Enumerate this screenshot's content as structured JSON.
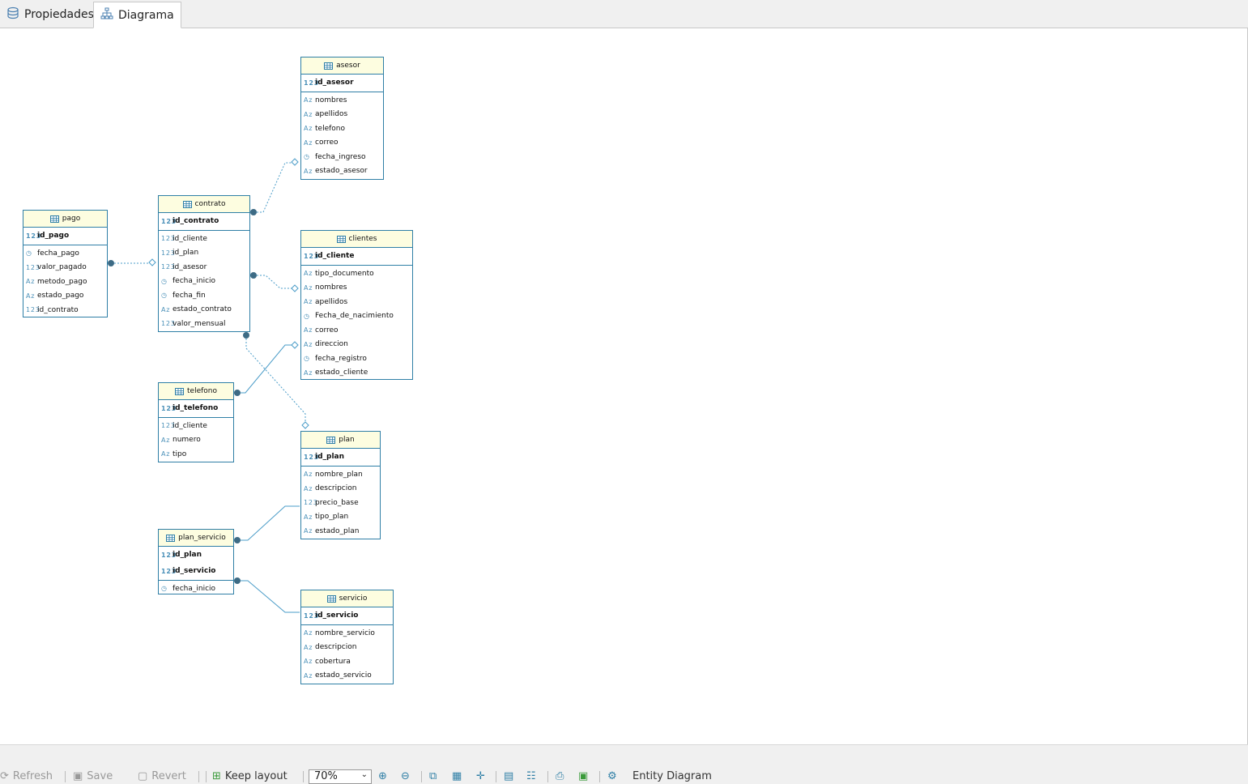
{
  "tabs": [
    {
      "label": "Propiedades",
      "icon": "database-icon"
    },
    {
      "label": "Diagrama",
      "icon": "diagram-icon"
    }
  ],
  "entities": {
    "asesor": {
      "title": "asesor",
      "pk": [
        {
          "name": "id_asesor",
          "type": "123"
        }
      ],
      "attrs": [
        {
          "name": "nombres",
          "type": "text"
        },
        {
          "name": "apellidos",
          "type": "text"
        },
        {
          "name": "telefono",
          "type": "text"
        },
        {
          "name": "correo",
          "type": "text"
        },
        {
          "name": "fecha_ingreso",
          "type": "date"
        },
        {
          "name": "estado_asesor",
          "type": "text"
        }
      ]
    },
    "contrato": {
      "title": "contrato",
      "pk": [
        {
          "name": "id_contrato",
          "type": "123"
        }
      ],
      "attrs": [
        {
          "name": "id_cliente",
          "type": "123"
        },
        {
          "name": "id_plan",
          "type": "123"
        },
        {
          "name": "id_asesor",
          "type": "123"
        },
        {
          "name": "fecha_inicio",
          "type": "date"
        },
        {
          "name": "fecha_fin",
          "type": "date"
        },
        {
          "name": "estado_contrato",
          "type": "text"
        },
        {
          "name": "valor_mensual",
          "type": "123"
        }
      ]
    },
    "pago": {
      "title": "pago",
      "pk": [
        {
          "name": "id_pago",
          "type": "123"
        }
      ],
      "attrs": [
        {
          "name": "fecha_pago",
          "type": "date"
        },
        {
          "name": "valor_pagado",
          "type": "123"
        },
        {
          "name": "metodo_pago",
          "type": "text"
        },
        {
          "name": "estado_pago",
          "type": "text"
        },
        {
          "name": "id_contrato",
          "type": "123"
        }
      ]
    },
    "clientes": {
      "title": "clientes",
      "pk": [
        {
          "name": "id_cliente",
          "type": "123"
        }
      ],
      "attrs": [
        {
          "name": "tipo_documento",
          "type": "text"
        },
        {
          "name": "nombres",
          "type": "text"
        },
        {
          "name": "apellidos",
          "type": "text"
        },
        {
          "name": "Fecha_de_nacimiento",
          "type": "date"
        },
        {
          "name": "correo",
          "type": "text"
        },
        {
          "name": "direccion",
          "type": "text"
        },
        {
          "name": "fecha_registro",
          "type": "date"
        },
        {
          "name": "estado_cliente",
          "type": "text"
        }
      ]
    },
    "telefono": {
      "title": "telefono",
      "pk": [
        {
          "name": "id_telefono",
          "type": "123"
        }
      ],
      "attrs": [
        {
          "name": "id_cliente",
          "type": "123"
        },
        {
          "name": "numero",
          "type": "text"
        },
        {
          "name": "tipo",
          "type": "text"
        }
      ]
    },
    "plan": {
      "title": "plan",
      "pk": [
        {
          "name": "id_plan",
          "type": "123"
        }
      ],
      "attrs": [
        {
          "name": "nombre_plan",
          "type": "text"
        },
        {
          "name": "descripcion",
          "type": "text"
        },
        {
          "name": "precio_base",
          "type": "123"
        },
        {
          "name": "tipo_plan",
          "type": "text"
        },
        {
          "name": "estado_plan",
          "type": "text"
        }
      ]
    },
    "plan_servicio": {
      "title": "plan_servicio",
      "pk": [
        {
          "name": "id_plan",
          "type": "123"
        },
        {
          "name": "id_servicio",
          "type": "123"
        }
      ],
      "attrs": [
        {
          "name": "fecha_inicio",
          "type": "date"
        }
      ]
    },
    "servicio": {
      "title": "servicio",
      "pk": [
        {
          "name": "id_servicio",
          "type": "123"
        }
      ],
      "attrs": [
        {
          "name": "nombre_servicio",
          "type": "text"
        },
        {
          "name": "descripcion",
          "type": "text"
        },
        {
          "name": "cobertura",
          "type": "text"
        },
        {
          "name": "estado_servicio",
          "type": "text"
        }
      ]
    }
  },
  "relations": [
    {
      "from": "contrato",
      "to": "asesor"
    },
    {
      "from": "pago",
      "to": "contrato"
    },
    {
      "from": "contrato",
      "to": "clientes"
    },
    {
      "from": "telefono",
      "to": "clientes"
    },
    {
      "from": "contrato",
      "to": "plan"
    },
    {
      "from": "plan_servicio",
      "to": "plan"
    },
    {
      "from": "plan_servicio",
      "to": "servicio"
    }
  ],
  "toolbar": {
    "refresh": "Refresh",
    "save": "Save",
    "revert": "Revert",
    "keep_layout": "Keep layout",
    "zoom": "70%",
    "diagram_label": "Entity Diagram"
  },
  "colors": {
    "accent": "#2f7fa6",
    "header_fill": "#fdfde0",
    "link": "#4a9cc8"
  }
}
